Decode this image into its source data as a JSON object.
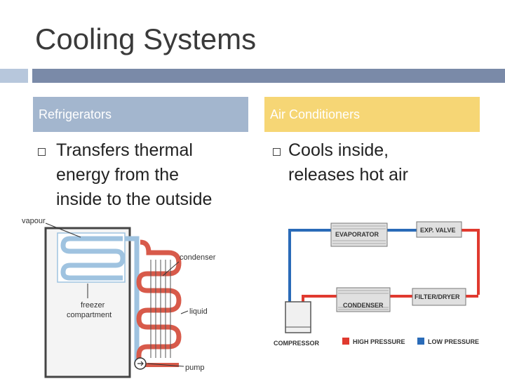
{
  "slide": {
    "title": "Cooling Systems"
  },
  "columns": [
    {
      "heading": "Refrigerators",
      "bullet": "Transfers thermal energy from the inside to the outside",
      "bullet_lines": [
        "Transfers thermal",
        "energy from the",
        "inside to the outside"
      ]
    },
    {
      "heading": "Air Conditioners",
      "bullet": "Cools inside, releases hot air",
      "bullet_lines": [
        "Cools inside,",
        "releases hot air"
      ]
    }
  ],
  "fridge_diagram": {
    "labels": {
      "vapour": "vapour",
      "condenser": "condenser",
      "freezer_line1": "freezer",
      "freezer_line2": "compartment",
      "liquid": "liquid",
      "pump": "pump"
    },
    "colors": {
      "cold_line": "#9fc3e0",
      "hot_line": "#d85a4a"
    }
  },
  "ac_diagram": {
    "labels": {
      "evaporator": "EVAPORATOR",
      "exp_valve": "EXP. VALVE",
      "condenser": "CONDENSER",
      "filter_dryer": "FILTER/DRYER",
      "compressor": "COMPRESSOR",
      "high_pressure": "HIGH PRESSURE",
      "low_pressure": "LOW PRESSURE"
    },
    "colors": {
      "high_pressure": "#e03a2f",
      "low_pressure": "#2a6bb8"
    }
  }
}
